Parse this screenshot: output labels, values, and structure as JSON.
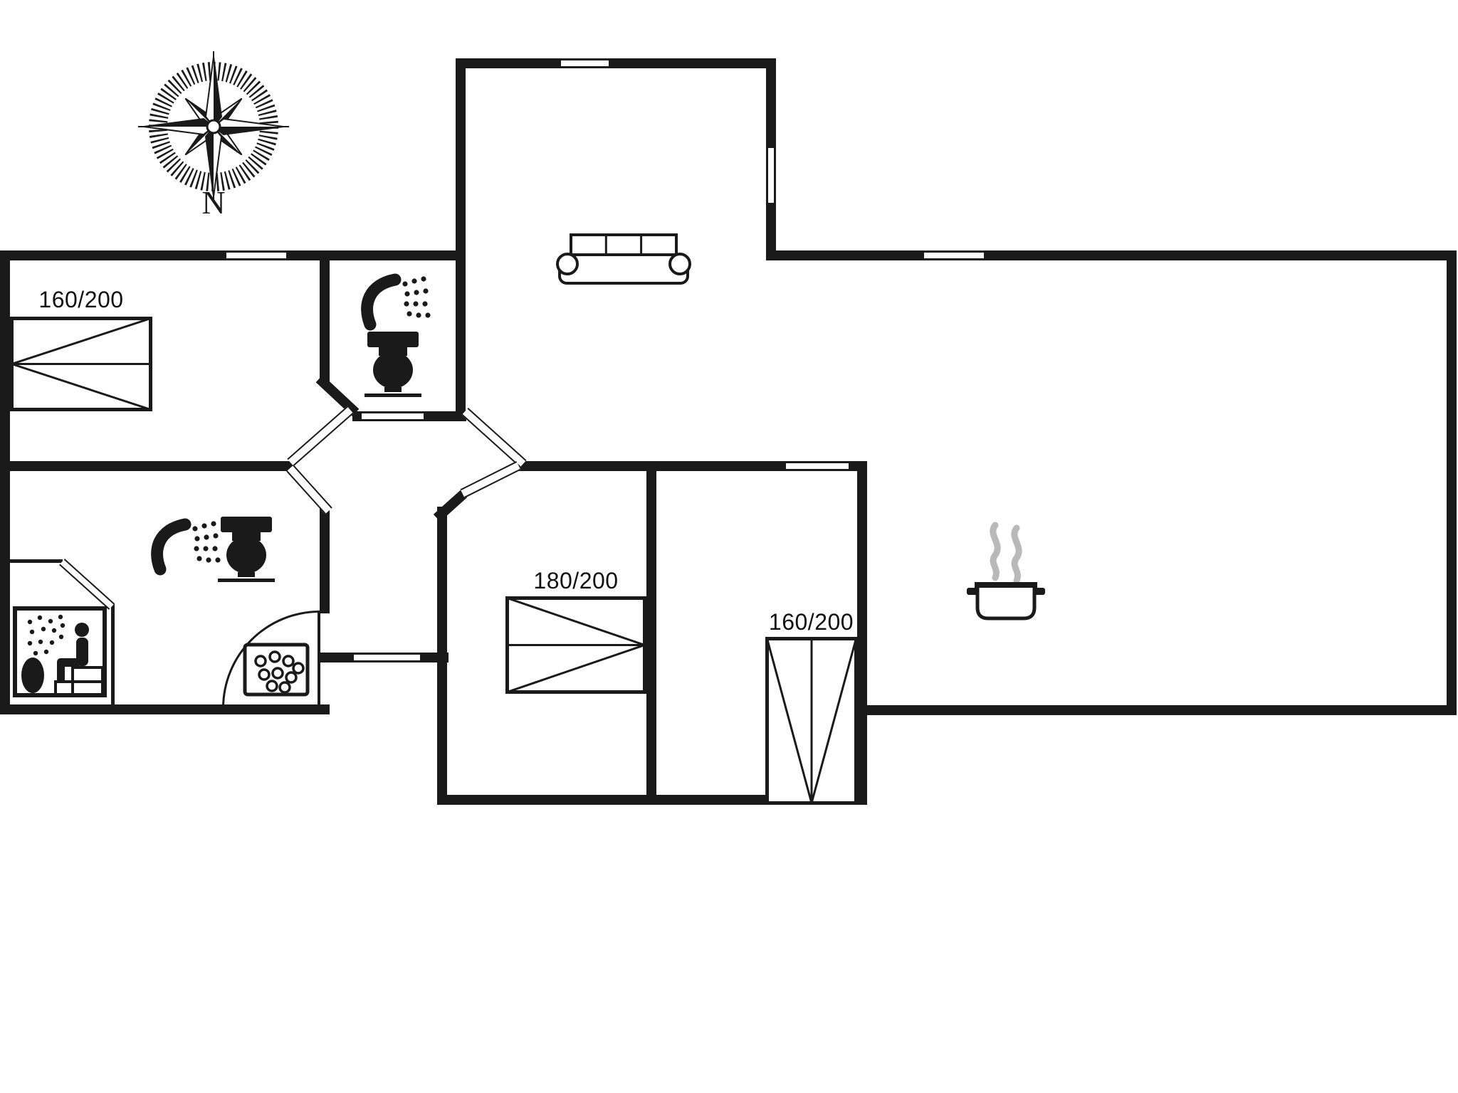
{
  "colors": {
    "wall": "#1a1a1a",
    "background": "#ffffff",
    "steam": "#b9b9b9"
  },
  "compass": {
    "label": "N"
  },
  "beds": {
    "left_bedroom": {
      "label": "160/200"
    },
    "middle_bedroom": {
      "label": "180/200"
    },
    "right_bedroom": {
      "label": "160/200"
    }
  },
  "icons": {
    "compass": "compass-rose-icon",
    "sofa": "sofa-icon",
    "shower": "shower-icon",
    "toilet": "toilet-icon",
    "sauna": "sauna-icon",
    "shower_tray": "shower-tray-icon",
    "cooking_pot": "cooking-pot-icon",
    "bed": "double-bed-icon",
    "window": "window-marker",
    "door": "door-opening-marker"
  }
}
